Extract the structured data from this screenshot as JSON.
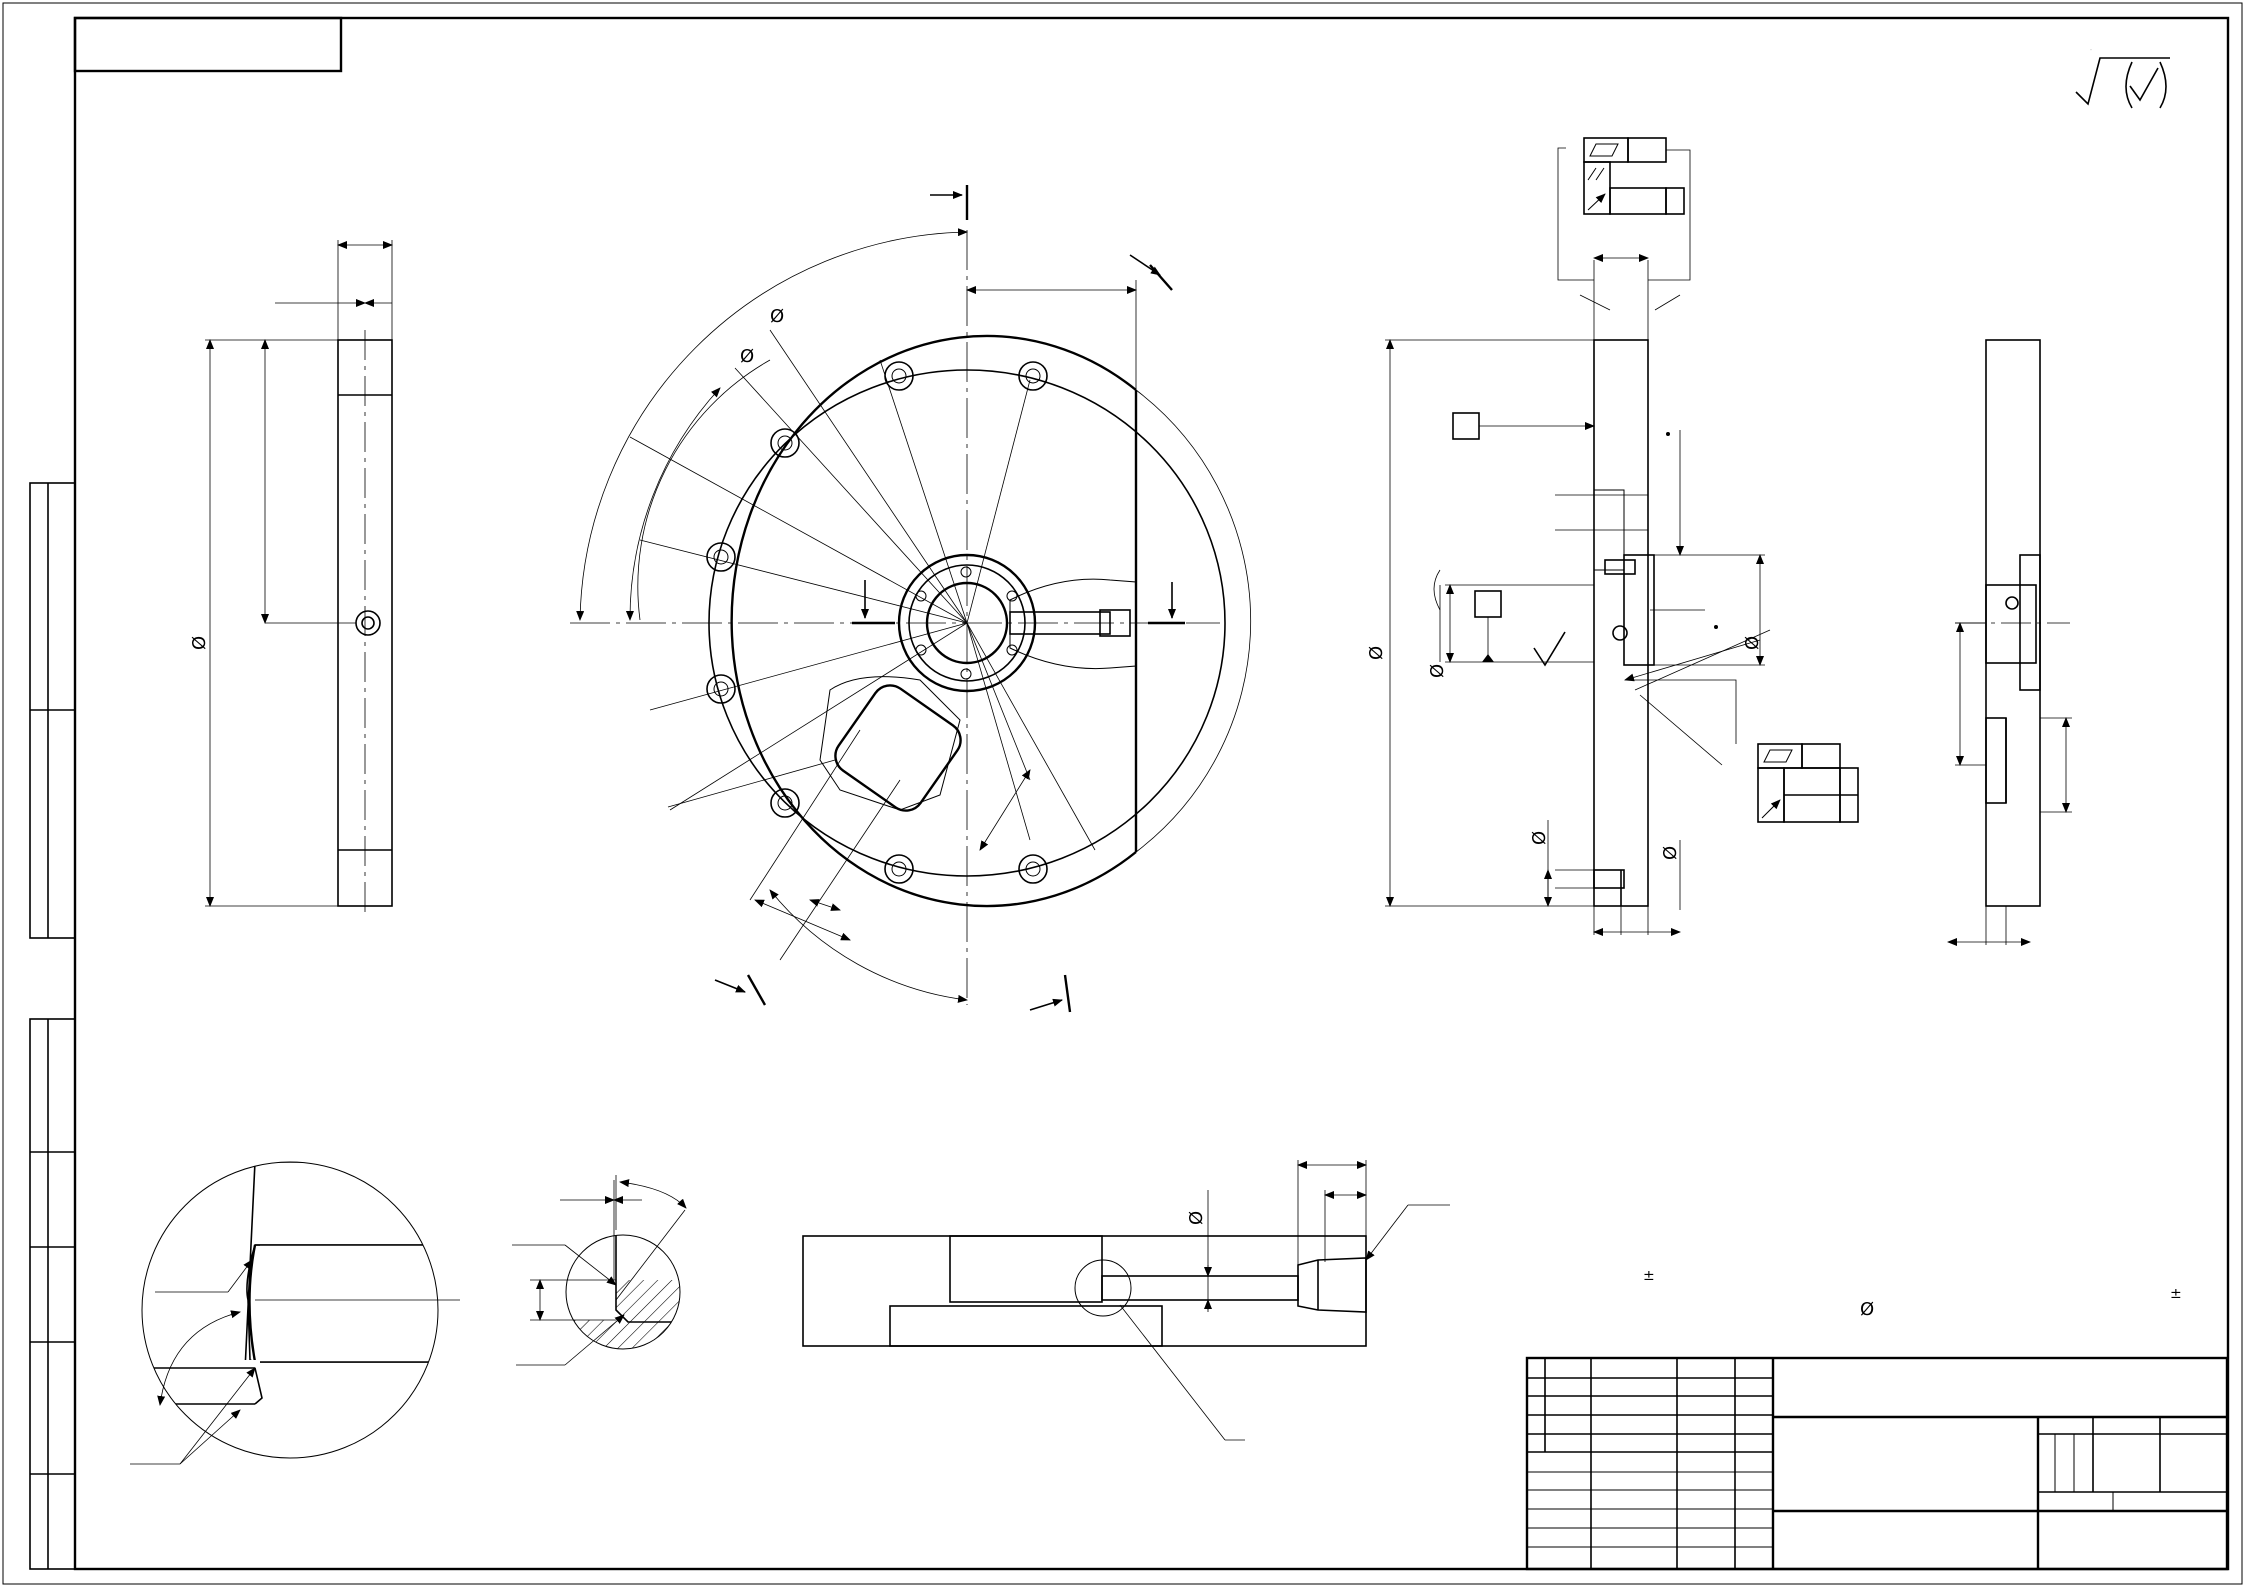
{
  "drawing": {
    "diameter_symbol": "Ø",
    "plus_minus_symbol": "±",
    "colors": {
      "line": "#000000",
      "paper": "#ffffff"
    }
  },
  "roughness": {
    "name": "surface-roughness-mark",
    "symbol": "√(√)"
  },
  "labels": {
    "phi_left_view": "Ø",
    "phi_center_outer": "Ø",
    "phi_center_inner": "Ø",
    "phi_right_main": "Ø",
    "phi_right_small": "Ø",
    "phi_right_bottom_left": "Ø",
    "phi_right_bottom_right": "Ø",
    "phi_right_top": "Ø",
    "phi_section_detail": "Ø",
    "phi_notes": "Ø",
    "pm_note_left": "±",
    "pm_note_right": "±"
  },
  "views": [
    "front-view",
    "side-view-left",
    "section-view-right",
    "section-view-far-right",
    "detail-circle-1",
    "detail-circle-2",
    "section-detail-bottom",
    "title-block"
  ]
}
